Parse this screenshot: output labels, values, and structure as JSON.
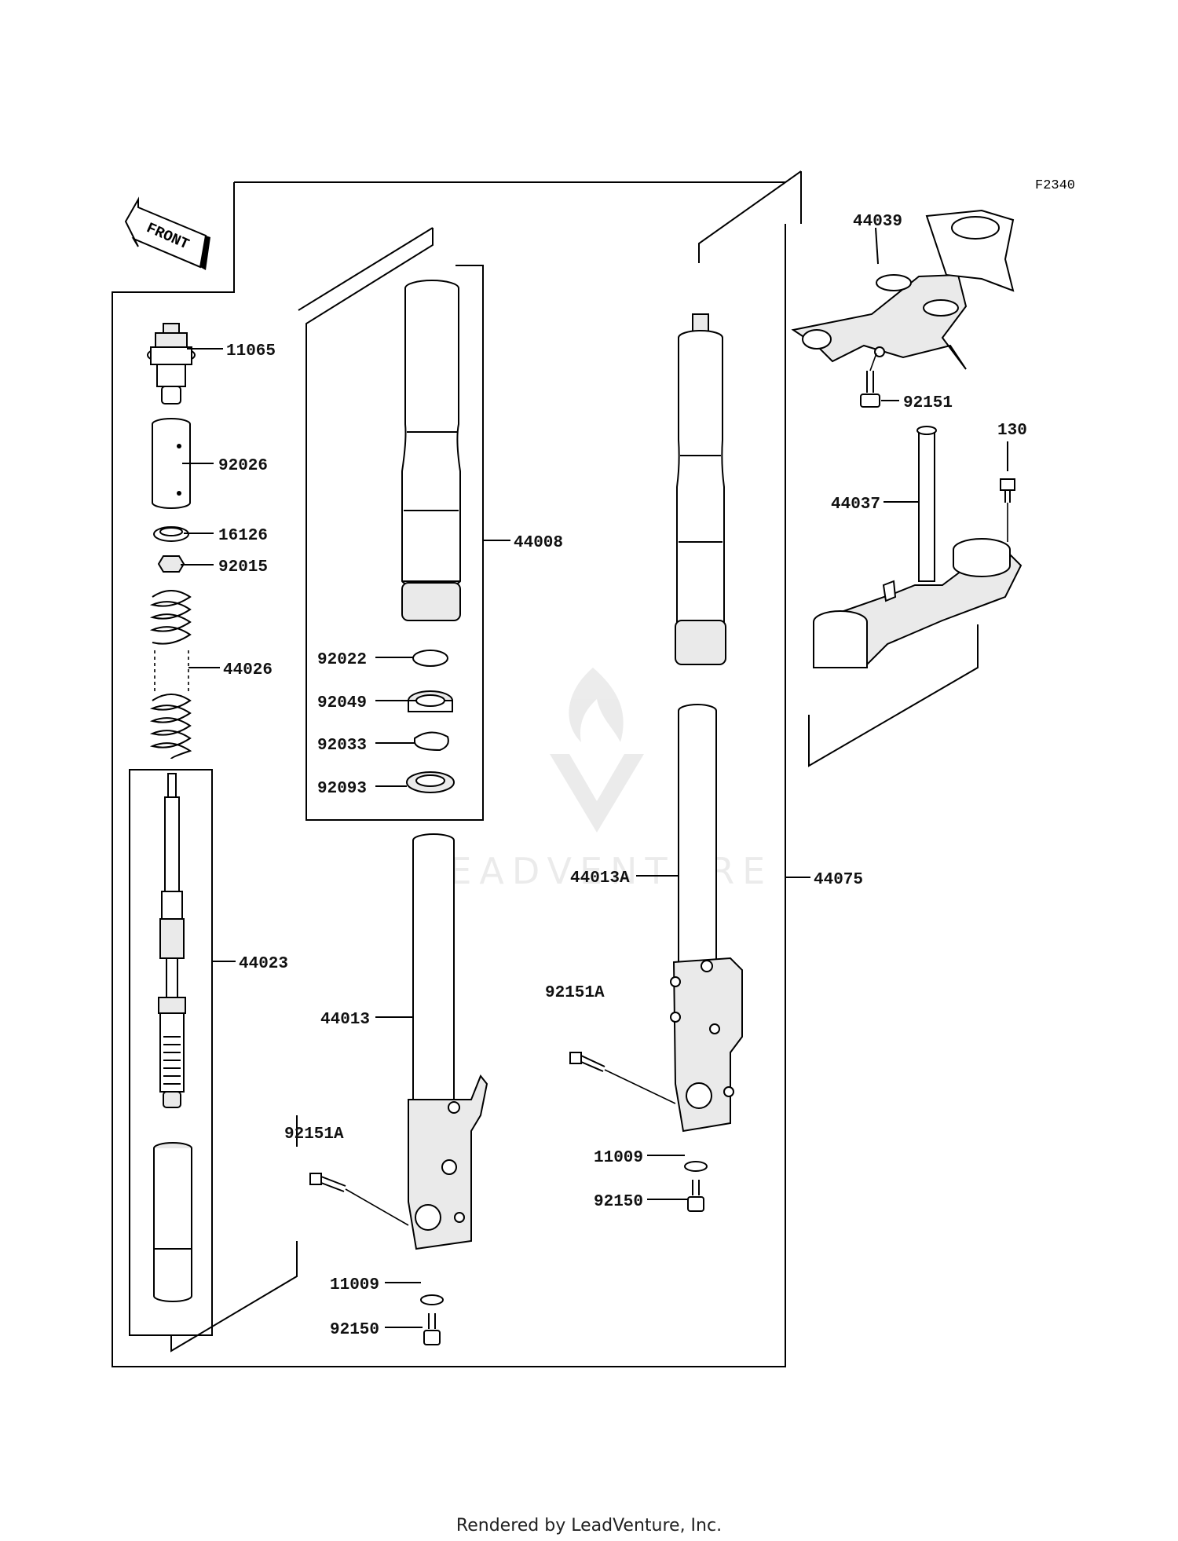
{
  "figure_code": "F2340",
  "front_label": "FRONT",
  "watermark": "LEADVENTURE",
  "footer": "Rendered by LeadVenture, Inc.",
  "callouts": {
    "p11065": "11065",
    "p92026": "92026",
    "p16126": "16126",
    "p92015": "92015",
    "p44026": "44026",
    "p44023": "44023",
    "p44008": "44008",
    "p92022": "92022",
    "p92049": "92049",
    "p92033": "92033",
    "p92093": "92093",
    "p44013": "44013",
    "p92151A_left": "92151A",
    "p11009_left": "11009",
    "p92150_left": "92150",
    "p44013A": "44013A",
    "p92151A_right": "92151A",
    "p11009_right": "11009",
    "p92150_right": "92150",
    "p44075": "44075",
    "p44039": "44039",
    "p92151": "92151",
    "p130": "130",
    "p44037": "44037"
  }
}
